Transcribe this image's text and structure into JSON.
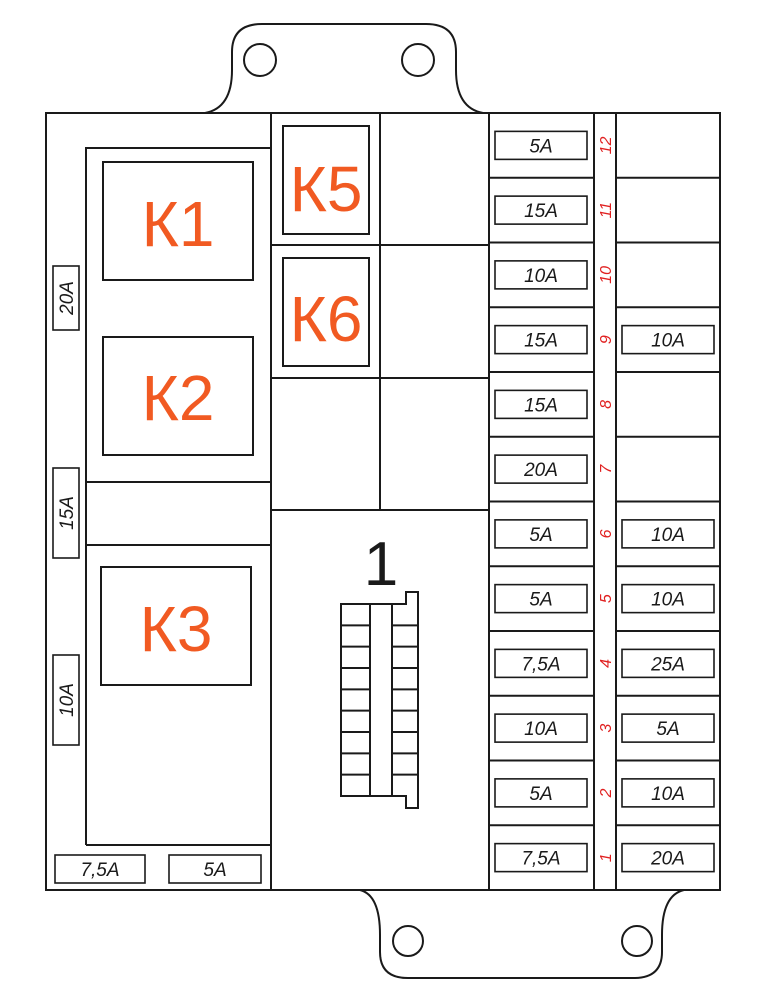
{
  "colors": {
    "relay_label": "#f15a22",
    "slot_number": "#e02020",
    "line": "#1a1a1a"
  },
  "relays": {
    "k1": "К1",
    "k2": "К2",
    "k3": "К3",
    "k5": "К5",
    "k6": "К6"
  },
  "connector": {
    "label": "1"
  },
  "left_column_fuses": [
    "20A",
    "15A",
    "10A"
  ],
  "bottom_fuses": [
    "7,5A",
    "5A"
  ],
  "fuse_columns": {
    "main": [
      "5A",
      "15A",
      "10A",
      "15A",
      "15A",
      "20A",
      "5A",
      "5A",
      "7,5A",
      "10A",
      "5A",
      "7,5A"
    ],
    "numbers": [
      "12",
      "11",
      "10",
      "9",
      "8",
      "7",
      "6",
      "5",
      "4",
      "3",
      "2",
      "1"
    ],
    "right": [
      "",
      "",
      "",
      "10A",
      "",
      "",
      "10A",
      "10A",
      "25A",
      "5A",
      "10A",
      "20A"
    ]
  }
}
